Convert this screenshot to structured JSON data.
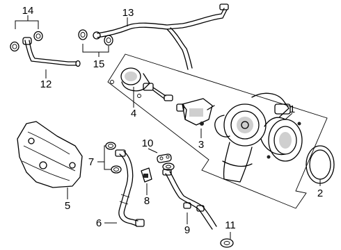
{
  "callouts": [
    {
      "id": "1",
      "label": "1"
    },
    {
      "id": "2",
      "label": "2"
    },
    {
      "id": "3",
      "label": "3"
    },
    {
      "id": "4",
      "label": "4"
    },
    {
      "id": "5",
      "label": "5"
    },
    {
      "id": "6",
      "label": "6"
    },
    {
      "id": "7",
      "label": "7"
    },
    {
      "id": "8",
      "label": "8"
    },
    {
      "id": "9",
      "label": "9"
    },
    {
      "id": "10",
      "label": "10"
    },
    {
      "id": "11",
      "label": "11"
    },
    {
      "id": "12",
      "label": "12"
    },
    {
      "id": "13",
      "label": "13"
    },
    {
      "id": "14",
      "label": "14"
    },
    {
      "id": "15",
      "label": "15"
    }
  ],
  "parts": [
    "turbocharger",
    "gasket",
    "actuator",
    "wastegate-actuator",
    "heat-shield",
    "oil-return-pipe",
    "seal",
    "plug",
    "coolant-pipe",
    "gasket-kit",
    "washer",
    "oil-feed-pipe",
    "coolant-return-pipe",
    "o-ring",
    "seal-pair"
  ]
}
